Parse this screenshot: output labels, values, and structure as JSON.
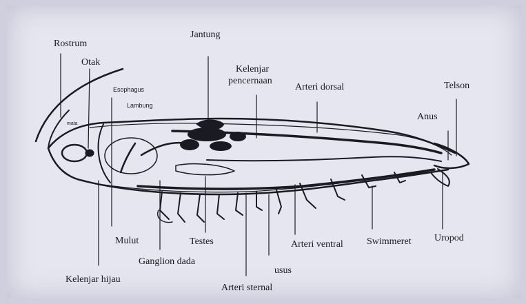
{
  "labels": {
    "rostrum": "Rostrum",
    "otak": "Otak",
    "mata": "mata",
    "esophagus": "Esophagus",
    "lambung": "Lambung",
    "jantung": "Jantung",
    "kelenjar_pencernaan_1": "Kelenjar",
    "kelenjar_pencernaan_2": "pencernaan",
    "arteri_dorsal": "Arteri dorsal",
    "telson": "Telson",
    "anus": "Anus",
    "mulut": "Mulut",
    "testes": "Testes",
    "ganglion_dada": "Ganglion dada",
    "kelenjar_hijau": "Kelenjar hijau",
    "arteri_sternal": "Arteri sternal",
    "usus": "usus",
    "arteri_ventral": "Arteri ventral",
    "swimmeret": "Swimmeret",
    "uropod": "Uropod"
  },
  "colors": {
    "background": "#cfcfdd",
    "paper": "#e6e6f0",
    "ink": "#1a1a22"
  }
}
